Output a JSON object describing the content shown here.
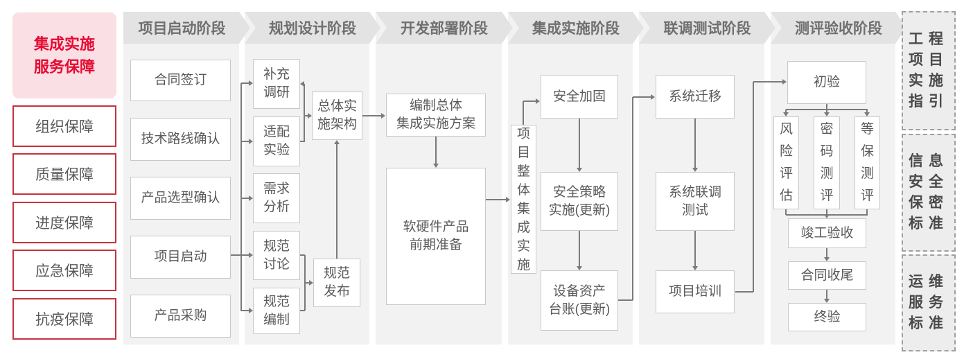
{
  "sidebar": {
    "title": "集成实施\n服务保障",
    "items": [
      {
        "label": "组织保障"
      },
      {
        "label": "质量保障"
      },
      {
        "label": "进度保障"
      },
      {
        "label": "应急保障"
      },
      {
        "label": "抗疫保障"
      }
    ]
  },
  "phases": [
    {
      "label": "项目启动阶段",
      "nodes": [
        {
          "label": "合同签订"
        },
        {
          "label": "技术路线确认"
        },
        {
          "label": "产品选型确认"
        },
        {
          "label": "项目启动"
        },
        {
          "label": "产品采购"
        }
      ]
    },
    {
      "label": "规划设计阶段",
      "nodes": [
        {
          "label": "补充\n调研"
        },
        {
          "label": "适配\n实验"
        },
        {
          "label": "需求\n分析"
        },
        {
          "label": "规范\n讨论"
        },
        {
          "label": "规范\n编制"
        },
        {
          "label": "总体实\n施架构"
        },
        {
          "label": "规范\n发布"
        }
      ]
    },
    {
      "label": "开发部署阶段",
      "nodes": [
        {
          "label": "编制总体\n集成实施方案"
        },
        {
          "label": "软硬件产品\n前期准备"
        }
      ]
    },
    {
      "label": "集成实施阶段",
      "nodes": [
        {
          "label": "项目整体集成实施"
        },
        {
          "label": "安全加固"
        },
        {
          "label": "安全策略\n实施(更新)"
        },
        {
          "label": "设备资产\n台账(更新)"
        }
      ]
    },
    {
      "label": "联调测试阶段",
      "nodes": [
        {
          "label": "系统迁移"
        },
        {
          "label": "系统联调\n测试"
        },
        {
          "label": "项目培训"
        }
      ]
    },
    {
      "label": "测评验收阶段",
      "nodes": [
        {
          "label": "初验"
        },
        {
          "label": "风险评估"
        },
        {
          "label": "密码测评"
        },
        {
          "label": "等保测评"
        },
        {
          "label": "竣工验收"
        },
        {
          "label": "合同收尾"
        },
        {
          "label": "终验"
        }
      ]
    }
  ],
  "right_panel": [
    {
      "label": "工程\n项目\n实施\n指引"
    },
    {
      "label": "信息\n安全\n保密\n标准"
    },
    {
      "label": "运维\n服务\n标准"
    }
  ],
  "colors": {
    "accent_red": "#e60a32",
    "border_red": "#c53240",
    "pink_bg": "#fadfe4",
    "header_gray": "#e3e3e3",
    "column_gray": "#f2f2f2",
    "line_gray": "#7a7a7a",
    "text_gray": "#5a5a5a"
  }
}
